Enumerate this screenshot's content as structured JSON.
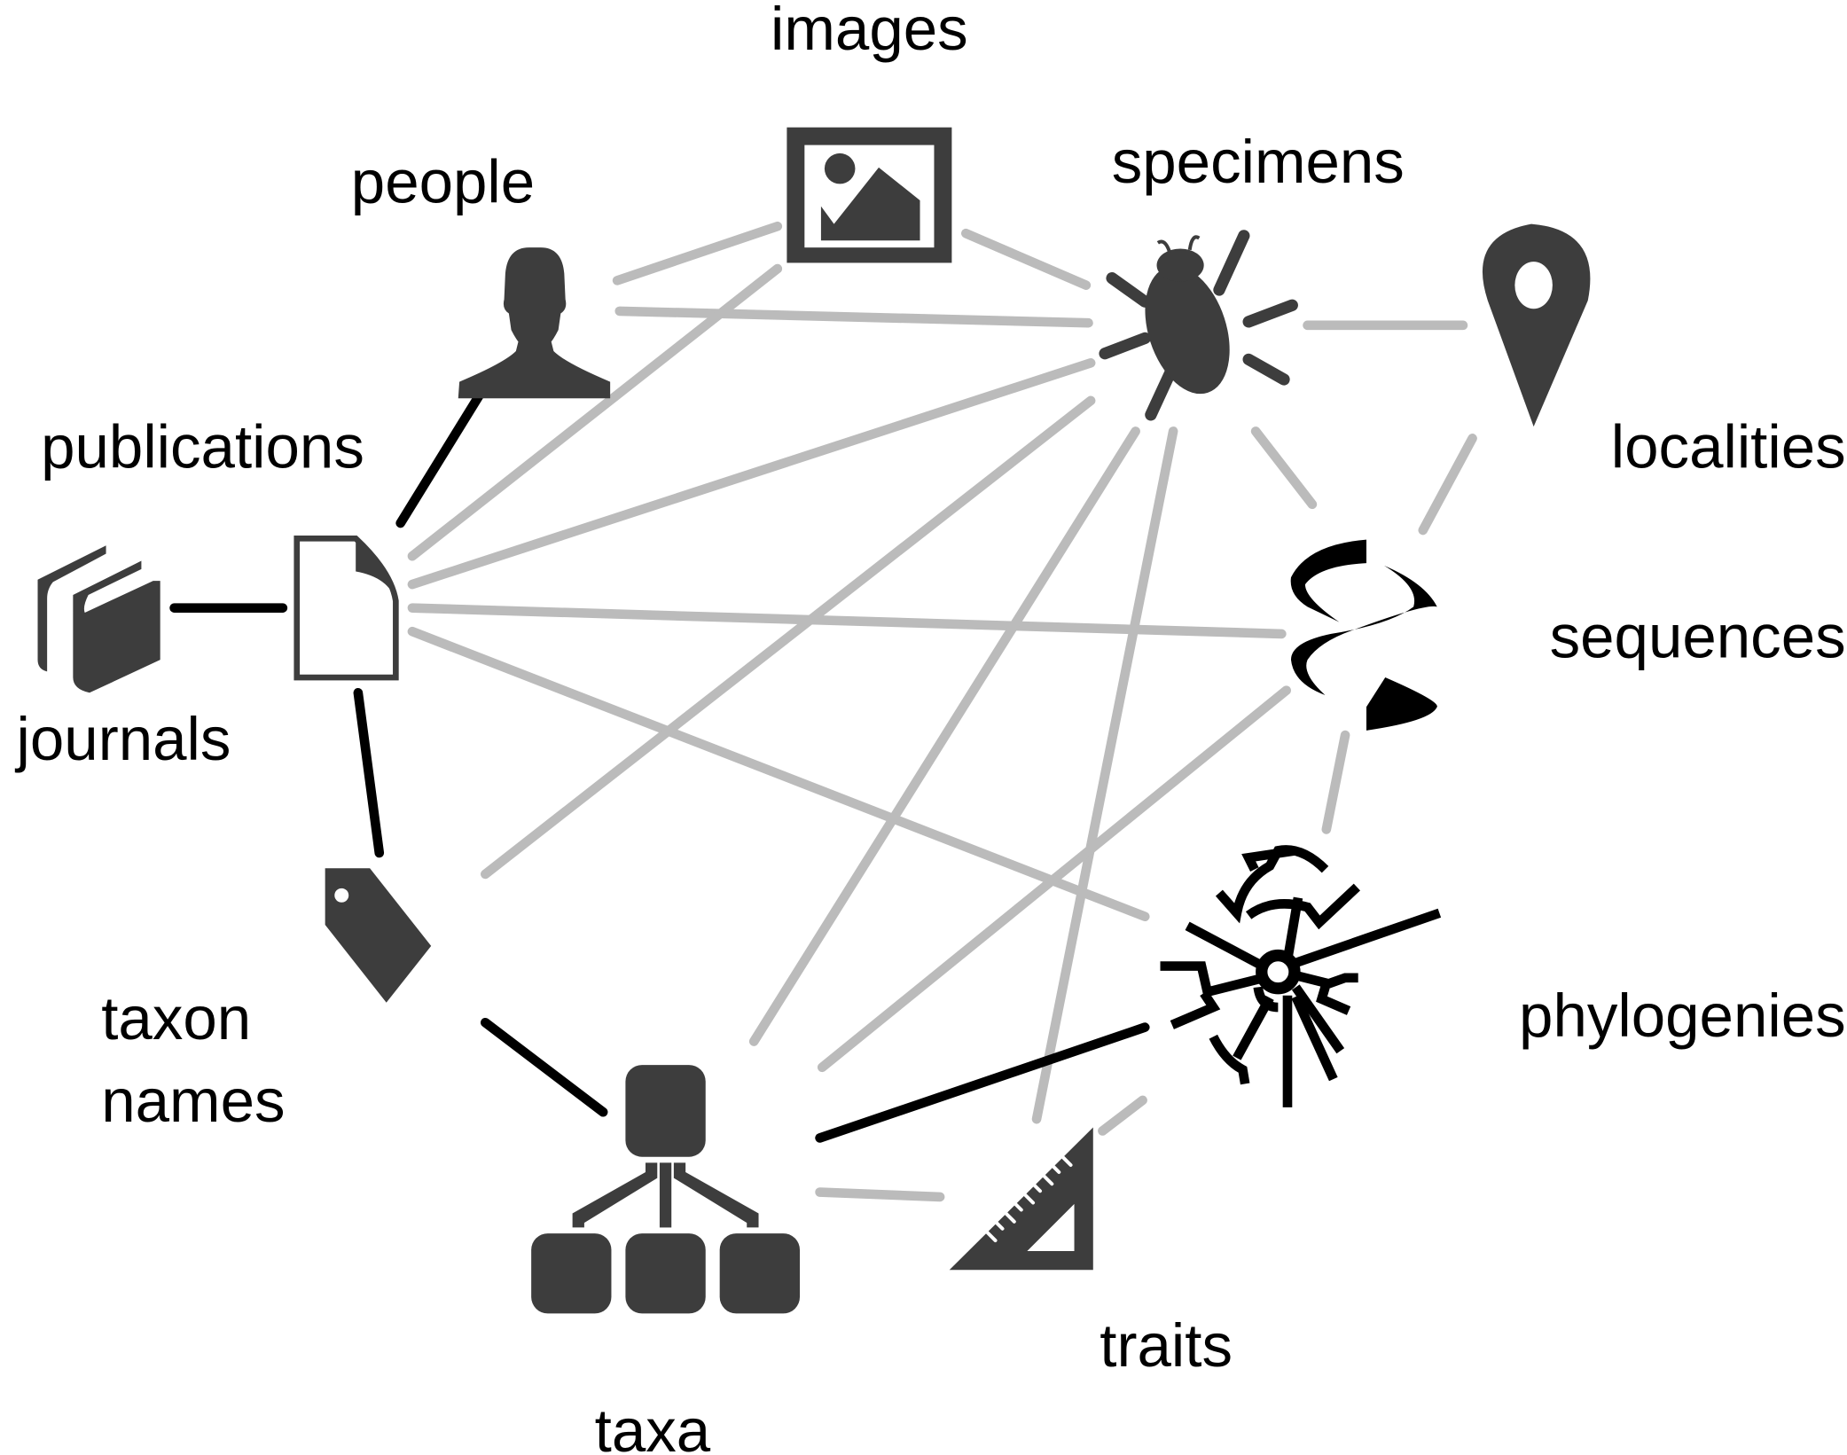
{
  "title": "Biodiversity knowledge graph",
  "colors": {
    "weak_link": "#bbbbbb",
    "strong_link": "#000000",
    "icon": "#3d3d3d"
  },
  "nodes": {
    "images": {
      "label": "images",
      "icon": "image-icon"
    },
    "people": {
      "label": "people",
      "icon": "person-icon"
    },
    "specimens": {
      "label": "specimens",
      "icon": "beetle-icon"
    },
    "localities": {
      "label": "localities",
      "icon": "map-pin-icon"
    },
    "publications": {
      "label": "publications",
      "icon": "document-icon"
    },
    "journals": {
      "label": "journals",
      "icon": "books-icon"
    },
    "sequences": {
      "label": "sequences",
      "icon": "dna-helix-icon"
    },
    "taxon_names": {
      "label_line1": "taxon",
      "label_line2": "names",
      "icon": "tag-icon"
    },
    "phylogenies": {
      "label": "phylogenies",
      "icon": "circular-tree-icon"
    },
    "taxa": {
      "label": "taxa",
      "icon": "hierarchy-icon"
    },
    "traits": {
      "label": "traits",
      "icon": "set-square-icon"
    }
  },
  "edges": [
    {
      "from": "people",
      "to": "images",
      "strong": false
    },
    {
      "from": "people",
      "to": "specimens",
      "strong": false
    },
    {
      "from": "images",
      "to": "specimens",
      "strong": false
    },
    {
      "from": "specimens",
      "to": "localities",
      "strong": false
    },
    {
      "from": "publications",
      "to": "people",
      "strong": true
    },
    {
      "from": "journals",
      "to": "publications",
      "strong": true
    },
    {
      "from": "publications",
      "to": "images",
      "strong": false
    },
    {
      "from": "publications",
      "to": "specimens",
      "strong": false
    },
    {
      "from": "publications",
      "to": "sequences",
      "strong": false
    },
    {
      "from": "publications",
      "to": "phylogenies",
      "strong": false
    },
    {
      "from": "publications",
      "to": "taxon_names",
      "strong": true
    },
    {
      "from": "specimens",
      "to": "sequences",
      "strong": false
    },
    {
      "from": "localities",
      "to": "sequences",
      "strong": false
    },
    {
      "from": "specimens",
      "to": "taxon_names",
      "strong": false
    },
    {
      "from": "specimens",
      "to": "taxa",
      "strong": false
    },
    {
      "from": "specimens",
      "to": "traits",
      "strong": false
    },
    {
      "from": "sequences",
      "to": "taxa",
      "strong": false
    },
    {
      "from": "sequences",
      "to": "phylogenies",
      "strong": false
    },
    {
      "from": "taxon_names",
      "to": "taxa",
      "strong": true
    },
    {
      "from": "taxa",
      "to": "phylogenies",
      "strong": true
    },
    {
      "from": "taxa",
      "to": "traits",
      "strong": false
    },
    {
      "from": "traits",
      "to": "phylogenies",
      "strong": false
    }
  ]
}
